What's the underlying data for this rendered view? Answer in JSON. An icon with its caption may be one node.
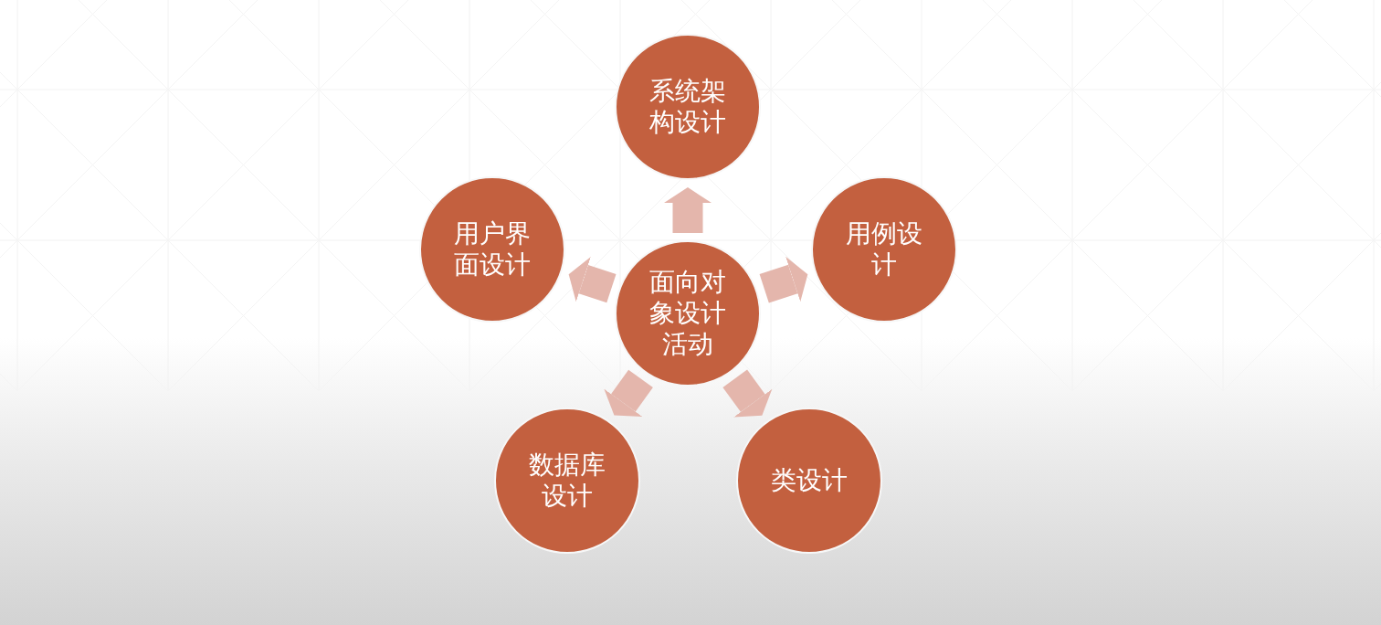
{
  "diagram": {
    "nodes": [
      {
        "text": [
          "面向对象设计活动"
        ]
      },
      {
        "text": [
          "系统架构设计"
        ]
      },
      {
        "text": [
          "用例设计"
        ]
      },
      {
        "text": [
          "类设计"
        ]
      },
      {
        "text": [
          "数据库设计"
        ]
      },
      {
        "text": [
          "用户界面设计"
        ]
      }
    ],
    "edges": [
      {
        "from": 0,
        "to": 1,
        "arrow": "to"
      },
      {
        "from": 0,
        "to": 2,
        "arrow": "to"
      },
      {
        "from": 0,
        "to": 3,
        "arrow": "to"
      },
      {
        "from": 0,
        "to": 4,
        "arrow": "to"
      },
      {
        "from": 0,
        "to": 5,
        "arrow": "to"
      }
    ]
  }
}
